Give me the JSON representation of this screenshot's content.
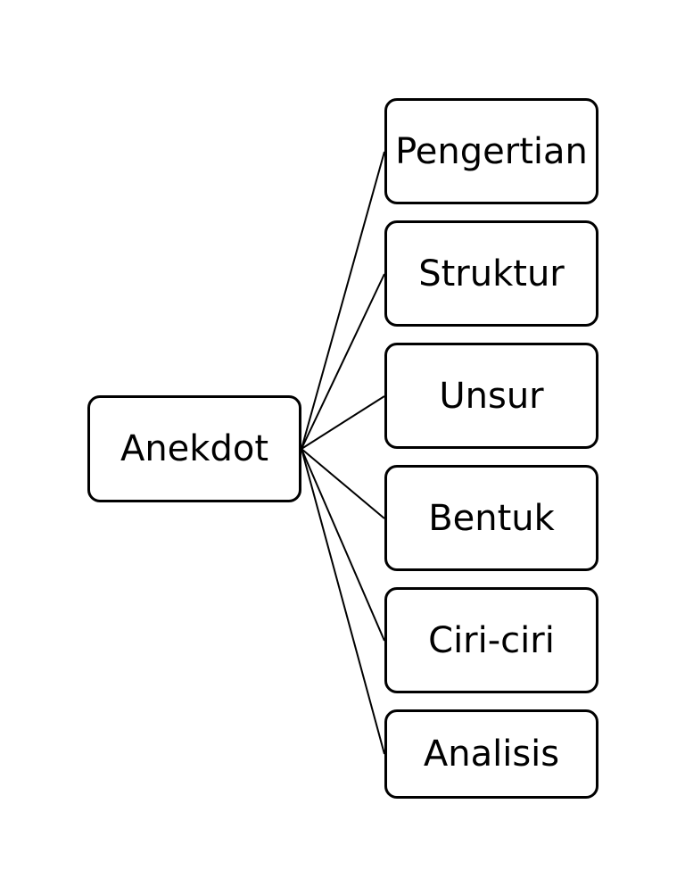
{
  "diagram": {
    "root": {
      "label": "Anekdot"
    },
    "children": [
      {
        "label": "Pengertian"
      },
      {
        "label": "Struktur"
      },
      {
        "label": "Unsur"
      },
      {
        "label": "Bentuk"
      },
      {
        "label": "Ciri-ciri"
      },
      {
        "label": "Analisis"
      }
    ]
  },
  "colors": {
    "stroke": "#000000",
    "fill": "#ffffff",
    "text": "#000000"
  }
}
